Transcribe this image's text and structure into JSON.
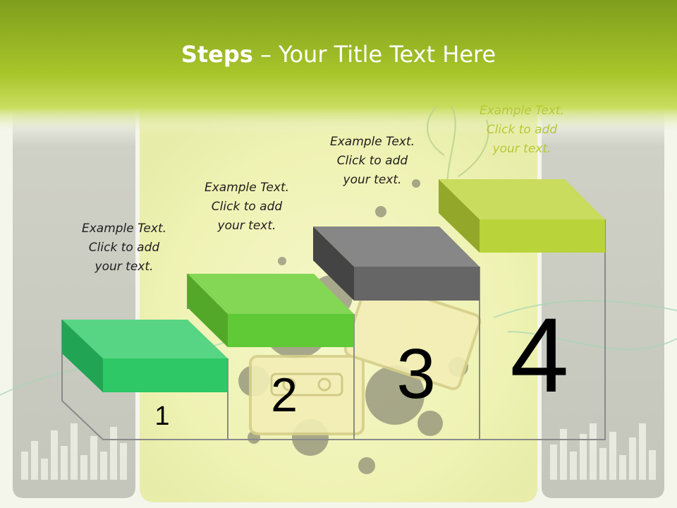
{
  "slide": {
    "title_bold": "Steps",
    "title_rest": " – Your Title Text Here"
  },
  "steps": [
    {
      "number": "1",
      "line1": "Example Text.",
      "line2": "Click  to add",
      "line3": "your text.",
      "color": "#2ec866"
    },
    {
      "number": "2",
      "line1": "Example Text.",
      "line2": "Click  to add",
      "line3": "your text.",
      "color": "#5fc936"
    },
    {
      "number": "3",
      "line1": "Example Text.",
      "line2": "Click  to add",
      "line3": "your text.",
      "color": "#666666"
    },
    {
      "number": "4",
      "line1": "Example Text.",
      "line2": "Click  to add",
      "line3": "your text.",
      "color": "#b9d43a"
    }
  ],
  "colors": {
    "header_green": "#8fb52a",
    "panel_gray": "#cfd0c6",
    "center_yellow": "#eef3b8"
  }
}
